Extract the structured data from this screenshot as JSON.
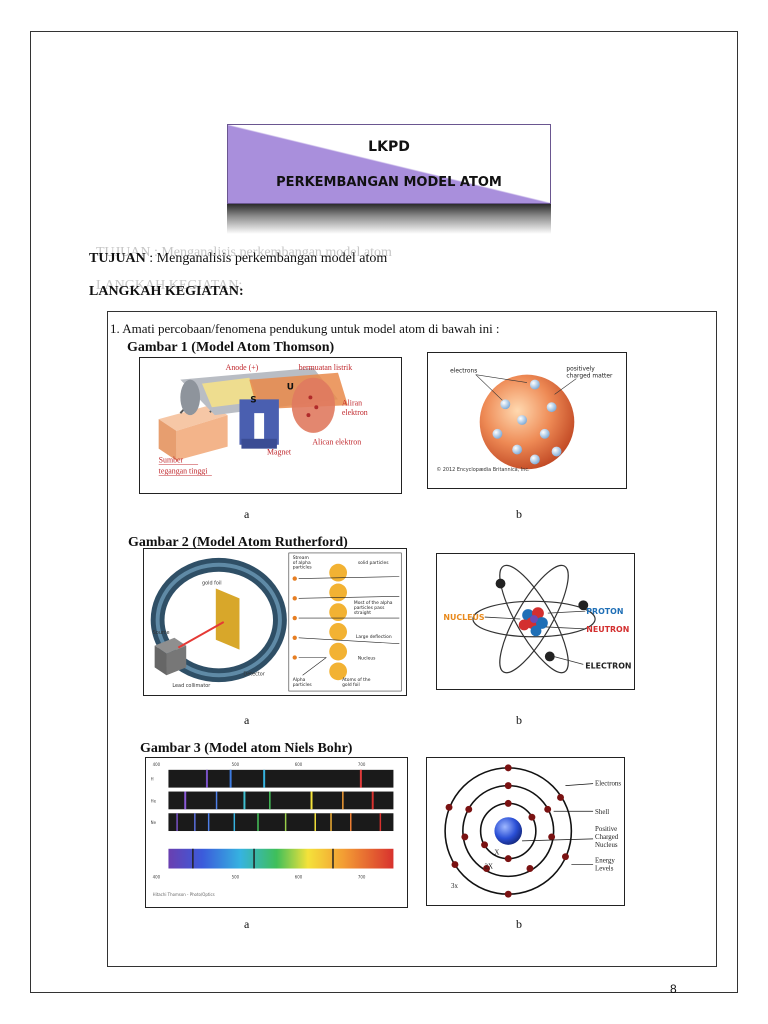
{
  "banner": {
    "line1": "LKPD",
    "line2": "PERKEMBANGAN MODEL ATOM"
  },
  "tujuan": {
    "label": "TUJUAN",
    "separator": ":",
    "text": "Menganalisis perkembangan model atom"
  },
  "langkah": {
    "label": "LANGKAH KEGIATAN:"
  },
  "instruction": "1.  Amati percobaan/fenomena pendukung untuk model atom di bawah ini :",
  "figures": [
    {
      "title": "Gambar 1 (Model Atom Thomson)",
      "caption_a": "a",
      "caption_b": "b",
      "labels_a": {
        "anode": "Anode (+)",
        "lightning": "bermuatan listrik",
        "aliran": "Aliran",
        "elektron": "elektron",
        "alican": "Alican elektron",
        "magnet": "Magnet",
        "sumber1": "Sumber",
        "sumber2": "tegangan tinggi",
        "s": "S",
        "u": "U"
      },
      "labels_b": {
        "electrons": "electrons",
        "positive1": "positively",
        "positive2": "charged matter",
        "copyright": "© 2012 Encyclopædia Britannica, Inc."
      }
    },
    {
      "title": "Gambar 2 (Model Atom Rutherford)",
      "caption_a": "a",
      "caption_b": "b",
      "labels_a": {
        "stream1": "Stream",
        "stream2": "of alpha",
        "stream3": "particles",
        "solid": "solid particles",
        "most1": "Most of the alpha",
        "most2": "particles pass",
        "most3": "straight",
        "large": "Large deflection",
        "nucleus": "Nucleus",
        "alpha1": "Alpha",
        "alpha2": "particles",
        "atoms1": "Atoms of the",
        "atoms2": "gold foil",
        "source": "Source",
        "gold": "gold foil",
        "lead": "Lead collimator",
        "detector": "Detector"
      },
      "labels_b": {
        "nucleus": "NUCLEUS",
        "proton": "PROTON",
        "neutron": "NEUTRON",
        "electron": "ELECTRON"
      }
    },
    {
      "title": "Gambar 3 (Model atom Niels Bohr)",
      "caption_a": "a",
      "caption_b": "b",
      "labels_a": {
        "s1": "H",
        "s2": "He",
        "s3": "Ne",
        "axis1": "400",
        "axis2": "500",
        "axis3": "600",
        "axis4": "700",
        "credit": "Hitachi Thomson - Photo/Optics"
      },
      "labels_b": {
        "electrons": "Electrons",
        "shell": "Shell",
        "positive1": "Positive",
        "positive2": "Charged",
        "positive3": "Nucleus",
        "energy1": "Energy",
        "energy2": "Levels",
        "x": "X",
        "x2": "2X",
        "x3": "3x"
      }
    }
  ],
  "page_number": "8",
  "colors": {
    "banner_purple": "#a98fdc",
    "label_red": "#c0282d",
    "proton_blue": "#1f6fb6",
    "neutron_red": "#d32f2f",
    "nucleus_orange": "#e8891b"
  }
}
